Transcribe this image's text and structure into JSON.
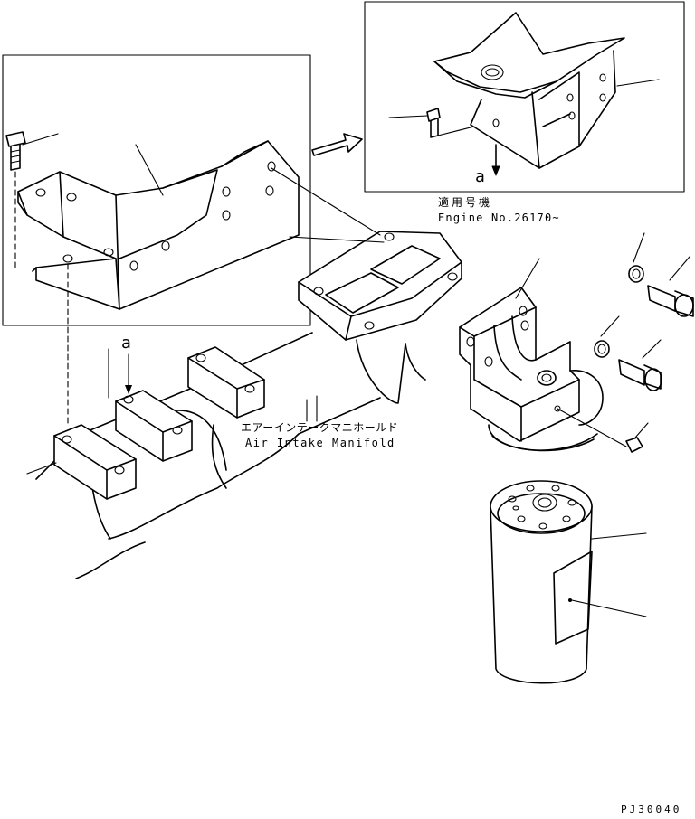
{
  "labels": {
    "model_jp": "適用号機",
    "engine_no": "Engine No.26170~",
    "manifold_jp": "エアーインテークマニホールド",
    "manifold_en": "Air Intake Manifold",
    "view_mark_left": "a",
    "view_mark_detail": "a",
    "figure_code": "PJ30040"
  }
}
